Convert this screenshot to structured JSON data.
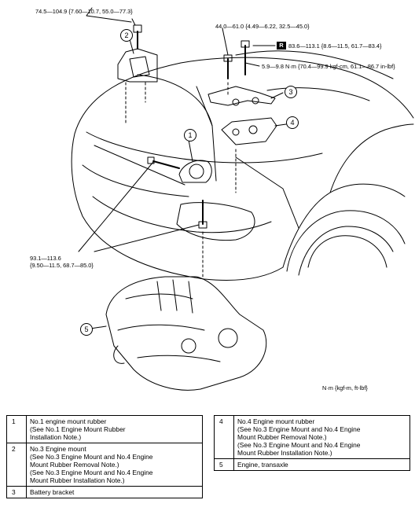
{
  "torques": {
    "top_left": "74.5—104.9 {7.60—10.7, 55.0—77.3}",
    "top_right_1": "44.0—61.0 {4.49—6.22, 32.5—45.0}",
    "r_badge": "R",
    "top_right_2": "83.6—113.1 {8.6—11.5, 61.7—83.4}",
    "top_right_3": "5.9—9.8 N·m {70.4—99.9 kgf-cm, 61.1—86.7 in-lbf}",
    "left_line1": "93.1—113.6",
    "left_line2": "{9.50—11.5, 68.7—85.0}",
    "unit_note": "N·m {kgf-m, ft-lbf}"
  },
  "callouts": [
    "1",
    "2",
    "3",
    "4",
    "5"
  ],
  "legend_left": [
    {
      "num": "1",
      "lines": [
        "No.1 engine mount rubber",
        "(See No.1 Engine Mount Rubber",
        "Installation Note.)"
      ]
    },
    {
      "num": "2",
      "lines": [
        "No.3 Engine mount",
        "(See No.3 Engine Mount and No.4 Engine",
        "Mount Rubber Removal Note.)",
        "(See No.3 Engine Mount and No.4 Engine",
        "Mount Rubber Installation Note.)"
      ]
    },
    {
      "num": "3",
      "lines": [
        "Battery bracket"
      ]
    }
  ],
  "legend_right": [
    {
      "num": "4",
      "lines": [
        "No.4 Engine mount rubber",
        "(See No.3 Engine Mount and No.4 Engine",
        "Mount Rubber Removal Note.)",
        "(See No.3 Engine Mount and No.4 Engine",
        "Mount Rubber Installation Note.)"
      ]
    },
    {
      "num": "5",
      "lines": [
        "Engine, transaxle"
      ]
    }
  ]
}
